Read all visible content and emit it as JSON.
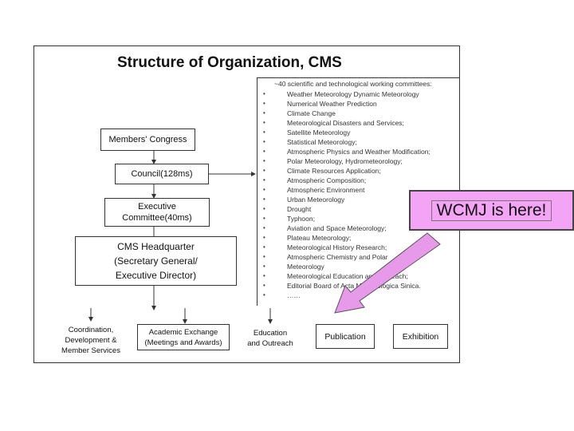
{
  "title": "Structure of Organization, CMS",
  "boxes": {
    "congress": "Members' Congress",
    "council": "Council(128ms)",
    "executive_line1": "Executive",
    "executive_line2": "Committee(40ms)",
    "hq_line1": "CMS Headquarter",
    "hq_line2": "(Secretary General/",
    "hq_line3": "Executive Director)"
  },
  "committees": {
    "intro": "~40 scientific and technological working committees:",
    "items": [
      "Weather Meteorology Dynamic Meteorology",
      "Numerical Weather Prediction",
      "Climate Change",
      "Meteorological Disasters and Services;",
      "Satellite Meteorology",
      "Statistical Meteorology;",
      "Atmospheric Physics and Weather Modification;",
      "Polar Meteorology, Hydrometeorology;",
      "Climate Resources Application;",
      "Atmospheric Composition;",
      "Atmospheric Environment",
      "Urban Meteorology",
      "Drought",
      "Typhoon;",
      "Aviation and Space Meteorology;",
      "Plateau Meteorology;",
      "Meteorological History Research;",
      "Atmospheric Chemistry and Polar",
      "Meteorology",
      "Meteorological Education and Outreach;",
      "Editorial Board of Acta Meteorologica Sinica.",
      "……"
    ]
  },
  "bottom": {
    "coordination_1": "Coordination,",
    "coordination_2": "Development &",
    "coordination_3": "Member Services",
    "academic_1": "Academic Exchange",
    "academic_2": "(Meetings and Awards)",
    "education_1": "Education",
    "education_2": "and Outreach",
    "publication": "Publication",
    "exhibition": "Exhibition"
  },
  "callout": {
    "text": "WCMJ is here!",
    "color": "#f4a4f4",
    "arrow_color": "#e79ae9"
  }
}
